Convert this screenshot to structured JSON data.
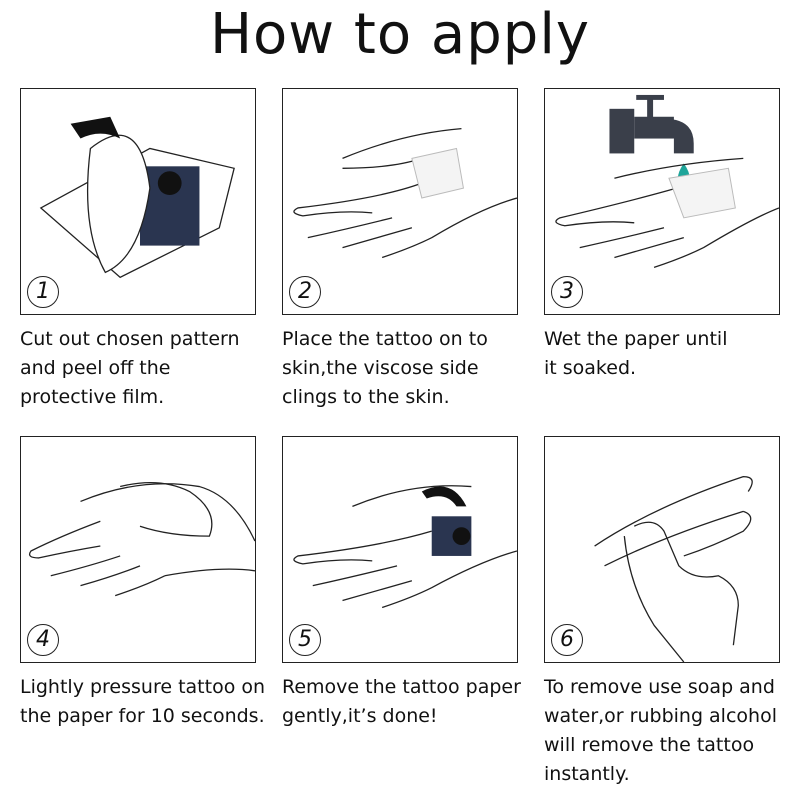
{
  "title": "How to apply",
  "steps": [
    {
      "number": "1",
      "lines": [
        "Cut out chosen pattern",
        "and peel off the",
        "protective film."
      ]
    },
    {
      "number": "2",
      "lines": [
        "Place the tattoo on to",
        "skin,the viscose side",
        "clings to the skin."
      ]
    },
    {
      "number": "3",
      "lines": [
        "Wet the paper until",
        "it soaked."
      ]
    },
    {
      "number": "4",
      "lines": [
        "Lightly pressure tattoo on",
        "the paper for 10 seconds."
      ]
    },
    {
      "number": "5",
      "lines": [
        "Remove the tattoo paper",
        "gently,it’s done!"
      ]
    },
    {
      "number": "6",
      "lines": [
        "To remove use soap and",
        "water,or rubbing alcohol",
        "will remove the tattoo",
        "instantly."
      ]
    }
  ],
  "colors": {
    "faucet": "#3a3f4a",
    "water_drop": "#1fa59a",
    "outline": "#222222"
  }
}
